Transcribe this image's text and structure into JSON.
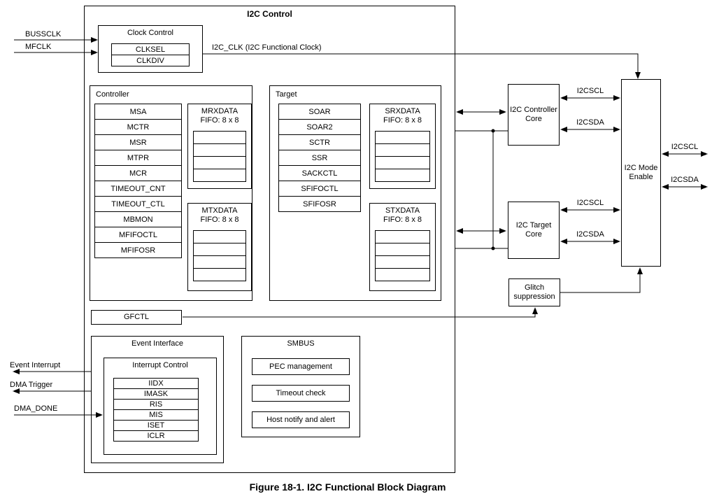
{
  "title": "I2C Control",
  "caption": "Figure 18-1. I2C Functional Block Diagram",
  "colors": {
    "ink": "#000000",
    "paper": "#ffffff"
  },
  "signals_in": {
    "busclk": "BUSSCLK",
    "mfclk": "MFCLK",
    "i2c_clk": "I2C_CLK (I2C Functional Clock)"
  },
  "clock_control": {
    "title": "Clock Control",
    "regs": [
      "CLKSEL",
      "CLKDIV"
    ]
  },
  "controller": {
    "title": "Controller",
    "regs": [
      "MSA",
      "MCTR",
      "MSR",
      "MTPR",
      "MCR",
      "TIMEOUT_CNT",
      "TIMEOUT_CTL",
      "MBMON",
      "MFIFOCTL",
      "MFIFOSR"
    ],
    "rx_name": "MRXDATA",
    "rx_desc": "FIFO: 8 x 8",
    "tx_name": "MTXDATA",
    "tx_desc": "FIFO: 8 x 8"
  },
  "target": {
    "title": "Target",
    "regs": [
      "SOAR",
      "SOAR2",
      "SCTR",
      "SSR",
      "SACKCTL",
      "SFIFOCTL",
      "SFIFOSR"
    ],
    "rx_name": "SRXDATA",
    "rx_desc": "FIFO: 8 x 8",
    "tx_name": "STXDATA",
    "tx_desc": "FIFO: 8 x 8"
  },
  "gfctl": "GFCTL",
  "event_interface": {
    "title": "Event Interface",
    "interrupt_control": {
      "title": "Interrupt Control",
      "regs": [
        "IIDX",
        "IMASK",
        "RIS",
        "MIS",
        "ISET",
        "ICLR"
      ]
    },
    "event_interrupt": "Event Interrupt",
    "dma_trigger": "DMA Trigger",
    "dma_done": "DMA_DONE"
  },
  "smbus": {
    "title": "SMBUS",
    "items": [
      "PEC management",
      "Timeout check",
      "Host notify and alert"
    ]
  },
  "cores": {
    "controller_core": "I2C Controller Core",
    "target_core": "I2C Target Core",
    "glitch": "Glitch suppression",
    "mode_enable": "I2C Mode Enable"
  },
  "bus": {
    "ctrl_scl": "I2CSCL",
    "ctrl_sda": "I2CSDA",
    "tgt_scl": "I2CSCL",
    "tgt_sda": "I2CSDA",
    "out_scl": "I2CSCL",
    "out_sda": "I2CSDA"
  }
}
